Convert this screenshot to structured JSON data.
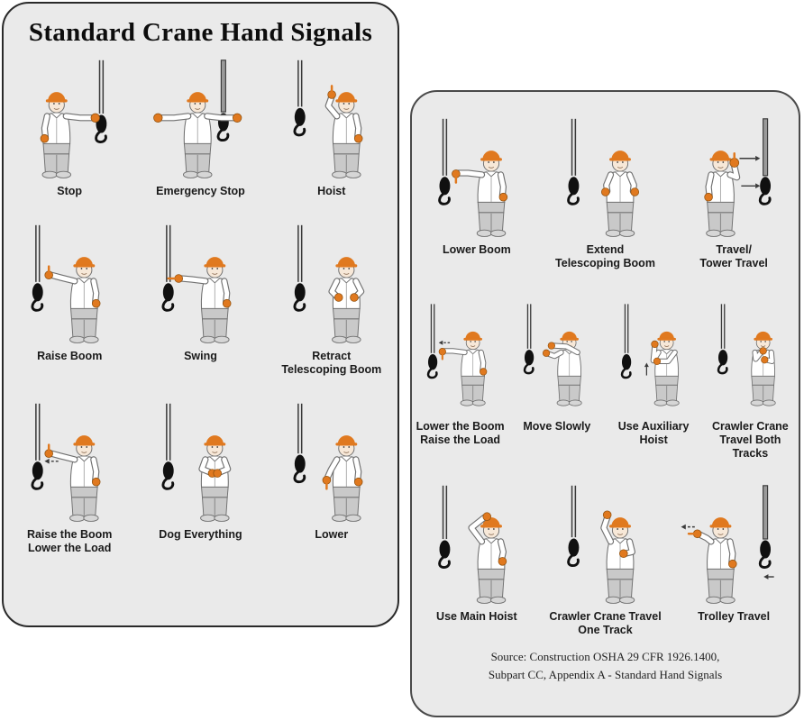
{
  "colors": {
    "panel_background": "#eaeaea",
    "panel_border": "#2a2a2a",
    "hard_hat_orange": "#e0791f",
    "glove_orange": "#e0791f",
    "hook_black": "#101010",
    "cable_gray": "#3a3a3a",
    "pants_gray": "#c9c9c9",
    "shirt_white": "#ffffff",
    "outline_gray": "#707070",
    "label_text": "#1a1a1a"
  },
  "left_panel": {
    "title": "Standard Crane Hand Signals",
    "rows": [
      {
        "signals": [
          {
            "label": "Stop",
            "icon": "stop-signal-icon",
            "pose": "stop"
          },
          {
            "label": "Emergency Stop",
            "icon": "emergency-stop-signal-icon",
            "pose": "emergency_stop"
          },
          {
            "label": "Hoist",
            "icon": "hoist-signal-icon",
            "pose": "hoist"
          }
        ]
      },
      {
        "signals": [
          {
            "label": "Raise Boom",
            "icon": "raise-boom-signal-icon",
            "pose": "raise_boom"
          },
          {
            "label": "Swing",
            "icon": "swing-signal-icon",
            "pose": "swing"
          },
          {
            "label": "Retract\nTelescoping Boom",
            "icon": "retract-telescoping-boom-signal-icon",
            "pose": "retract_telescoping_boom"
          }
        ]
      },
      {
        "signals": [
          {
            "label": "Raise the Boom\nLower the Load",
            "icon": "raise-boom-lower-load-signal-icon",
            "pose": "raise_boom_lower_load"
          },
          {
            "label": "Dog Everything",
            "icon": "dog-everything-signal-icon",
            "pose": "dog_everything"
          },
          {
            "label": "Lower",
            "icon": "lower-signal-icon",
            "pose": "lower"
          }
        ]
      }
    ]
  },
  "right_panel": {
    "rows": [
      {
        "signals": [
          {
            "label": "Lower Boom",
            "icon": "lower-boom-signal-icon",
            "pose": "lower_boom"
          },
          {
            "label": "Extend\nTelescoping Boom",
            "icon": "extend-telescoping-boom-signal-icon",
            "pose": "extend_telescoping_boom"
          },
          {
            "label": "Travel/\nTower Travel",
            "icon": "travel-tower-travel-signal-icon",
            "pose": "travel_tower_travel"
          }
        ]
      },
      {
        "signals": [
          {
            "label": "Lower the Boom\nRaise the Load",
            "icon": "lower-boom-raise-load-signal-icon",
            "pose": "lower_boom_raise_load"
          },
          {
            "label": "Move Slowly",
            "icon": "move-slowly-signal-icon",
            "pose": "move_slowly"
          },
          {
            "label": "Use Auxiliary\nHoist",
            "icon": "use-auxiliary-hoist-signal-icon",
            "pose": "use_auxiliary_hoist"
          },
          {
            "label": "Crawler Crane\nTravel Both Tracks",
            "icon": "crawler-crane-travel-both-tracks-signal-icon",
            "pose": "crawler_crane_travel_both_tracks"
          }
        ]
      },
      {
        "signals": [
          {
            "label": "Use Main Hoist",
            "icon": "use-main-hoist-signal-icon",
            "pose": "use_main_hoist"
          },
          {
            "label": "Crawler Crane Travel\nOne Track",
            "icon": "crawler-crane-travel-one-track-signal-icon",
            "pose": "crawler_crane_travel_one_track"
          },
          {
            "label": "Trolley Travel",
            "icon": "trolley-travel-signal-icon",
            "pose": "trolley_travel"
          }
        ]
      }
    ],
    "source": {
      "line1": "Source: Construction OSHA 29 CFR 1926.1400,",
      "line2": "Subpart CC, Appendix A - Standard Hand Signals"
    }
  }
}
